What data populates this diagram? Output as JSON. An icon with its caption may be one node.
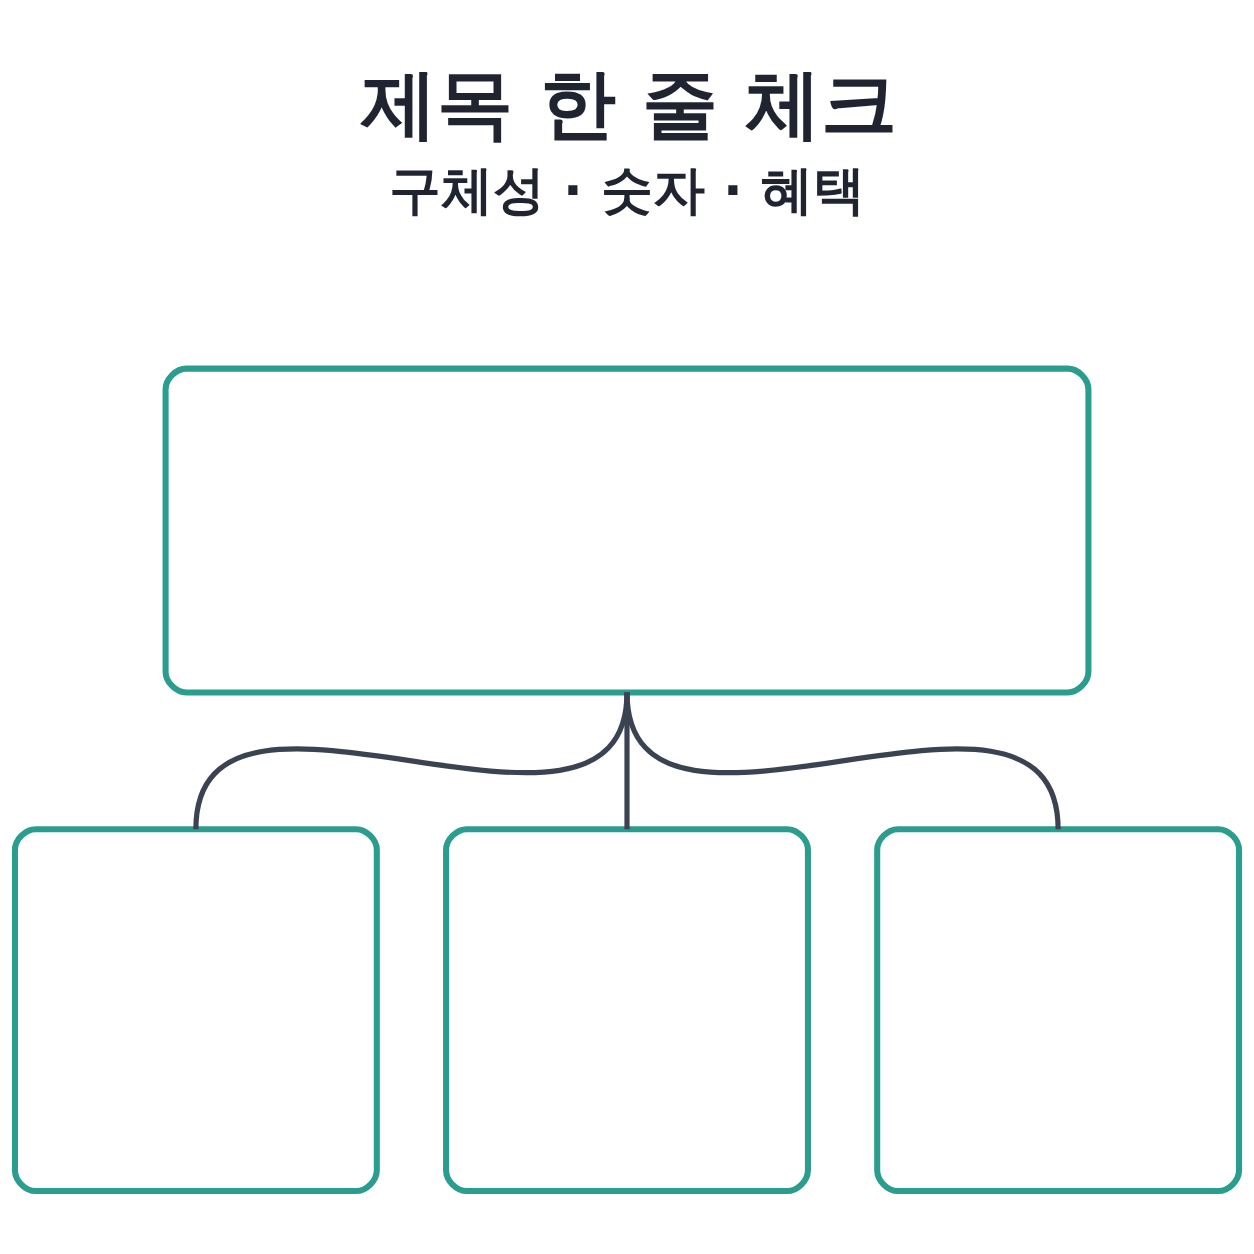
{
  "diagram": {
    "title": "제목 한 줄 체크",
    "nodes": [
      {
        "text": [],
        "shape": "box"
      },
      {
        "text": [],
        "shape": "box"
      },
      {
        "text": [],
        "shape": "box"
      },
      {
        "text": [],
        "shape": "box"
      }
    ],
    "edges": [
      {
        "from": 0,
        "to": 1,
        "arrow": "none"
      },
      {
        "from": 0,
        "to": 2,
        "arrow": "none"
      },
      {
        "from": 0,
        "to": 3,
        "arrow": "none"
      }
    ],
    "labels": [
      "구체성 · 숫자 · 혜택"
    ]
  }
}
